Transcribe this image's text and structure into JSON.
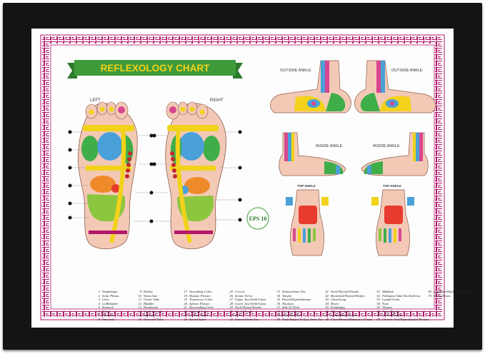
{
  "title": "REFLEXOLOGY CHART",
  "labels": {
    "left": "LEFT",
    "right": "RIGHT",
    "outside_ankle_1": "OUTSIDE ANKLE",
    "outside_ankle_2": "OUTSIDE ANKLE",
    "inside_ankle_1": "INSIDE ANKLE",
    "inside_ankle_2": "INSIDE ANKLE",
    "top_ankle_1": "TOP ANKLE",
    "top_ankle_2": "TOP ANKLE",
    "badge": "EPS 10"
  },
  "colors": {
    "frame": "#141414",
    "border_pattern": "#b2186b",
    "banner_green": "#3f9a3a",
    "title_yellow": "#f2d21a",
    "skin": "#f3c9b6"
  },
  "legend_columns": [
    [
      {
        "n": "1",
        "t": "Diaphragm"
      },
      {
        "n": "2",
        "t": "Solar Plexus"
      },
      {
        "n": "3",
        "t": "Liver"
      },
      {
        "n": "4",
        "t": "Gallbladder"
      },
      {
        "n": "5",
        "t": "Stomach"
      },
      {
        "n": "6",
        "t": "Spleen"
      },
      {
        "n": "7",
        "t": "Adrenals"
      },
      {
        "n": "8",
        "t": "Pancreas"
      }
    ],
    [
      {
        "n": "9",
        "t": "Kidney"
      },
      {
        "n": "10",
        "t": "Waist Line"
      },
      {
        "n": "11",
        "t": "Ureter Tube"
      },
      {
        "n": "12",
        "t": "Bladder"
      },
      {
        "n": "13",
        "t": "Duodenum"
      },
      {
        "n": "14",
        "t": "Small Intestine"
      },
      {
        "n": "15",
        "t": "Appendix"
      },
      {
        "n": "16",
        "t": "Ileocecal Valve"
      }
    ],
    [
      {
        "n": "17",
        "t": "Ascending Colon"
      },
      {
        "n": "18",
        "t": "Hepatic Flexure"
      },
      {
        "n": "19",
        "t": "Transverse Colon"
      },
      {
        "n": "20",
        "t": "Splenic Flexure"
      },
      {
        "n": "21",
        "t": "Descending Colon"
      },
      {
        "n": "22",
        "t": "Sigmoid Colon"
      },
      {
        "n": "23",
        "t": "Lumbar Spine"
      },
      {
        "n": "24",
        "t": "Sacral Spine"
      }
    ],
    [
      {
        "n": "25",
        "t": "Coccyx"
      },
      {
        "n": "26",
        "t": "Sciatic Nerve"
      },
      {
        "n": "27",
        "t": "Upper Jaw/Teeth/Gums"
      },
      {
        "n": "28",
        "t": "Lower Jaw/Teeth/Gums"
      },
      {
        "n": "29",
        "t": "Neck/Throat/Tonsils"
      },
      {
        "n": "30",
        "t": "Vocal Chords"
      },
      {
        "n": "31",
        "t": "Brain"
      },
      {
        "n": "32",
        "t": "Sinuses/Outer Ear"
      }
    ],
    [
      {
        "n": "33",
        "t": "Sinuses/Inner Ear"
      },
      {
        "n": "34",
        "t": "Temple"
      },
      {
        "n": "35",
        "t": "Pineal/Hypothalamus"
      },
      {
        "n": "36",
        "t": "Pituitary"
      },
      {
        "n": "37",
        "t": "Side Of Neck"
      },
      {
        "n": "38",
        "t": "Cervical Spine"
      },
      {
        "n": "39",
        "t": "Shoulder/Arm"
      },
      {
        "n": "40",
        "t": "Neck/Helper To Eye, Inner Ear"
      }
    ],
    [
      {
        "n": "41",
        "t": "Neck/Thyroid/Tonsils"
      },
      {
        "n": "42",
        "t": "Bronchial/Thyroid Helper"
      },
      {
        "n": "43",
        "t": "Chest/Lung"
      },
      {
        "n": "44",
        "t": "Heart"
      },
      {
        "n": "45",
        "t": "Esophagus"
      },
      {
        "n": "46",
        "t": "Thoracic Spine"
      },
      {
        "n": "47",
        "t": "Lymph/Breast/Chest"
      },
      {
        "n": "48",
        "t": "Chest/Breast/Mammary Glands"
      }
    ],
    [
      {
        "n": "51",
        "t": "Midback"
      },
      {
        "n": "52",
        "t": "Fallopian Tube/Vas Deferens"
      },
      {
        "n": "53",
        "t": "Lymph/Groin"
      },
      {
        "n": "54",
        "t": "Nose"
      },
      {
        "n": "55",
        "t": "Thymus"
      },
      {
        "n": "56",
        "t": "Penis/Vagina"
      },
      {
        "n": "57",
        "t": "Uterus/Prostate"
      },
      {
        "n": "58",
        "t": "Chronic Area/Reproductive/Rectum"
      }
    ],
    [
      {
        "n": "69",
        "t": "Leg/Knee/Hip/Lower Back Helper"
      },
      {
        "n": "70",
        "t": "Ovary/Testes"
      }
    ]
  ]
}
